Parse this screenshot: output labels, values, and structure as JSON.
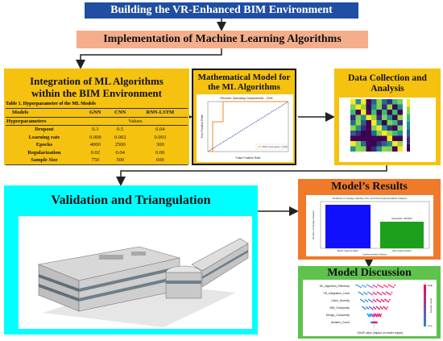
{
  "boxes": {
    "title": "Building the VR-Enhanced BIM Environment",
    "implementation": "Implementation of Machine Learning Algorithms",
    "integration_line1": "Integration of ML Algorithms",
    "integration_line2": "within the BIM Environment",
    "math_line1": "Mathematical Model for",
    "math_line2": "the ML Algorithms",
    "data_line1": "Data Collection and",
    "data_line2": "Analysis",
    "validation": "Validation and Triangulation",
    "results": "Model’s Results",
    "discussion": "Model Discussion"
  },
  "table": {
    "caption": "Table 1. Hyperparameter of the ML Models",
    "headers": [
      "Models",
      "GNN",
      "CNN",
      "RNN-LSTM"
    ],
    "subheader": [
      "Hyperparameters",
      "Values"
    ],
    "rows": [
      [
        "Dropout",
        "0.3",
        "0.5",
        "0.04"
      ],
      [
        "Learning rate",
        "0.008",
        "0.002",
        "0.003"
      ],
      [
        "Epocks",
        "4000",
        "2500",
        "300"
      ],
      [
        "Regularization",
        "0.02",
        "0.04",
        "0.06"
      ],
      [
        "Sample Size",
        "750",
        "500",
        "600"
      ]
    ]
  },
  "roc": {
    "title": "Receiver Operating Characteristic - CNN",
    "xlabel": "False Positive Rate",
    "ylabel": "True Positive Rate",
    "legend": "ROC curve (area = 0.60)"
  },
  "bar_panel": {
    "title": "Reduction in Design Clashes: Pre- and Post-Implementation Analysis",
    "ylabel": "Number of Design Clashes",
    "xlabel": "Implementation Status",
    "cat1": "Before Implementation",
    "cat2": "After Implementation",
    "annotation": "Reduction: 38.60%"
  },
  "shap": {
    "features": [
      "ML_Algorithm_Efficiency",
      "VR_Integration_Level",
      "Clash_Severity",
      "BIM_Complexity",
      "Design_Complexity",
      "Iteration_Count"
    ],
    "xlabel": "SHAP value (impact on model output)",
    "color_label": "Feature value",
    "high": "High",
    "low": "Low"
  },
  "colors": {
    "title_bg": "#1f4ea3",
    "impl_bg": "#f4ae8b",
    "yellow": "#f5c20f",
    "cyan": "#00ffff",
    "orange": "#ef7a2a",
    "green": "#5ec24c"
  }
}
